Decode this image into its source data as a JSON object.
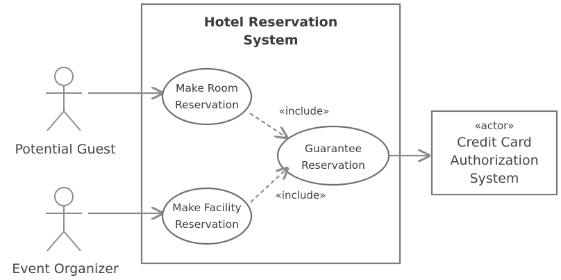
{
  "diagram": {
    "system_title": [
      "Hotel Reservation",
      "System"
    ],
    "actors": {
      "guest": "Potential Guest",
      "organizer": "Event Organizer"
    },
    "use_cases": {
      "room": [
        "Make Room",
        "Reservation"
      ],
      "facility": [
        "Make Facility",
        "Reservation"
      ],
      "guarantee": [
        "Guarantee",
        "Reservation"
      ]
    },
    "relations": {
      "include_top": "«include»",
      "include_bottom": "«include»"
    },
    "external_system": {
      "stereotype": "«actor»",
      "name": [
        "Credit Card",
        "Authorization",
        "System"
      ]
    }
  }
}
